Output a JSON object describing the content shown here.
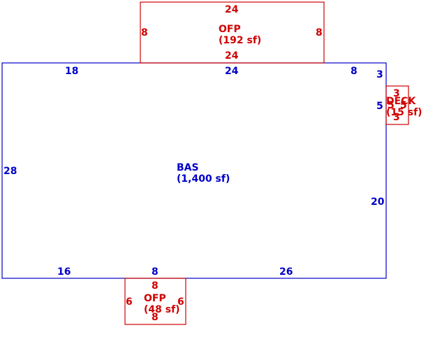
{
  "colors": {
    "base": "#0000c8",
    "addition": "#d00000",
    "background": "#ffffff"
  },
  "areas": {
    "bas": {
      "name": "BAS",
      "area": "(1,400 sf)"
    },
    "ofp_top": {
      "name": "OFP",
      "area": "(192 sf)"
    },
    "ofp_bottom": {
      "name": "OFP",
      "area": "(48 sf)"
    },
    "deck": {
      "name": "DECK",
      "area": "(15 sf)"
    }
  },
  "dimensions": {
    "bas": {
      "top_left": "18",
      "top_middle": "24",
      "top_right": "8",
      "right_upper": "3",
      "right_mid": "5",
      "right_lower": "20",
      "left": "28",
      "bottom_left": "16",
      "bottom_mid": "8",
      "bottom_right": "26"
    },
    "ofp_top": {
      "top": "24",
      "bottom": "24",
      "left": "8",
      "right": "8"
    },
    "ofp_bottom": {
      "top": "8",
      "bottom": "8",
      "left": "6",
      "right": "6"
    },
    "deck": {
      "top": "3",
      "bottom": "3",
      "left": "5",
      "right": "5"
    }
  }
}
